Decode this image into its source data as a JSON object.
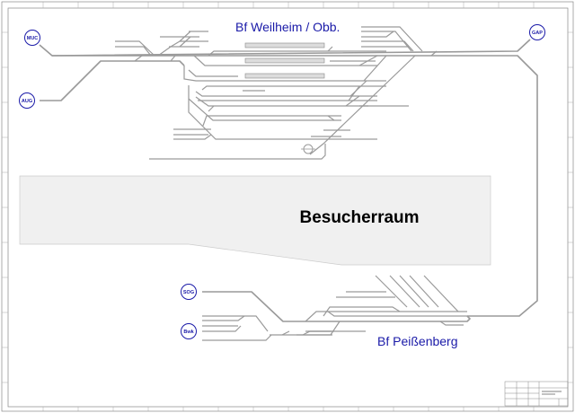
{
  "stations": {
    "weilheim": "Bf Weilheim / Obb.",
    "peissenberg": "Bf Peißenberg"
  },
  "room_label": "Besucherraum",
  "connections": {
    "muc": "MUC",
    "aug": "AUG",
    "gap": "GAP",
    "sog": "SOG",
    "bwk": "Bwk"
  },
  "colors": {
    "label": "#1a1aa8",
    "track": "#9a9a9a",
    "room": "#f0f0f0"
  }
}
